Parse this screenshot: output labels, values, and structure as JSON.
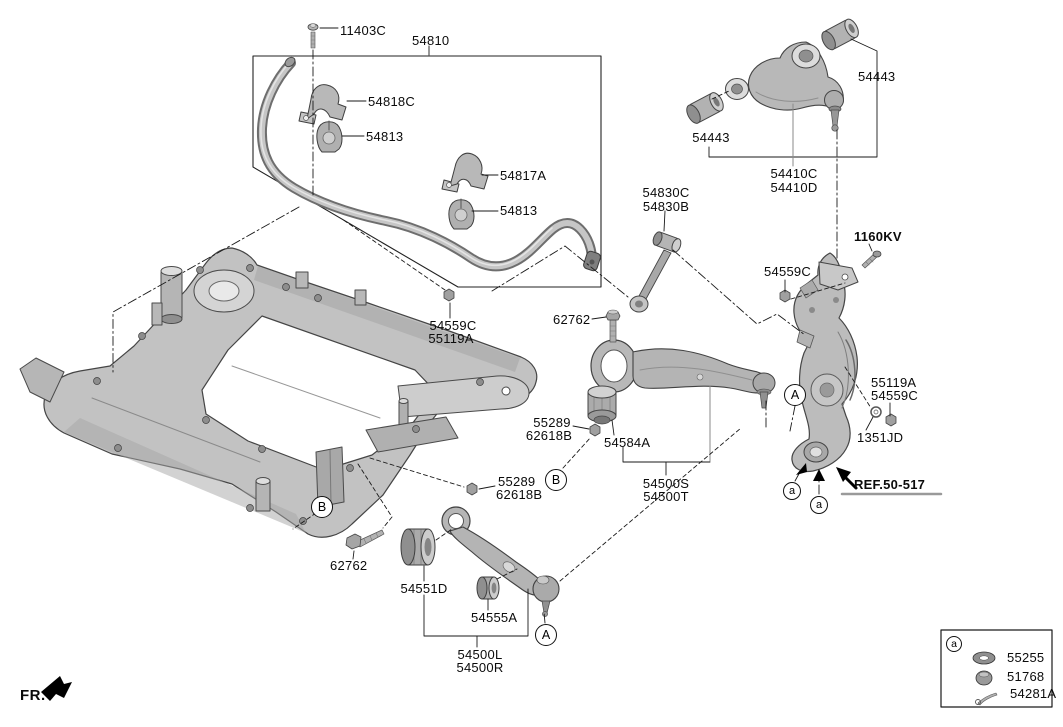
{
  "fr_indicator": "FR.",
  "ref_label": "REF.50-517",
  "callouts": {
    "upper": "A",
    "lower": "B",
    "small": "a"
  },
  "parts": {
    "bolt_top": "11403C",
    "stabilizer_bar_assy": "54810",
    "bar_bracket_upper": "54818C",
    "bar_bushing_upper": "54813",
    "bar_bracket_lower": "54817A",
    "bar_bushing_lower": "54813",
    "ua_bushing_right": "54443",
    "ua_bushing_left": "54443",
    "upper_arm_line1": "54410C",
    "upper_arm_line2": "54410D",
    "stab_link_line1": "54830C",
    "stab_link_line2": "54830B",
    "bolt_knuckle": "1160KV",
    "nut_link": "54559C",
    "nut_bar_line1": "54559C",
    "nut_bar_line2": "55119A",
    "bolt_tension_arm": "62762",
    "nut_mid_line1": "55289",
    "nut_mid_line2": "62618B",
    "bushing_tension": "54584A",
    "tension_arm_line1": "54500S",
    "tension_arm_line2": "54500T",
    "washer_right": "55119A",
    "nut_right": "54559C",
    "grommet": "1351JD",
    "nut_low_line1": "55289",
    "nut_low_line2": "62618B",
    "bolt_lower_arm": "62762",
    "bushing_lower_arm": "54551D",
    "bushing_small": "54555A",
    "lower_arm_line1": "54500L",
    "lower_arm_line2": "54500R"
  },
  "legend": {
    "marker": "a",
    "items": [
      "55255",
      "51768",
      "54281A"
    ]
  },
  "colors": {
    "background": "#ffffff",
    "line": "#1a1a1a",
    "part_fill": "#bcbcbc",
    "part_stroke": "#454545",
    "ref_underline": "#999999"
  }
}
